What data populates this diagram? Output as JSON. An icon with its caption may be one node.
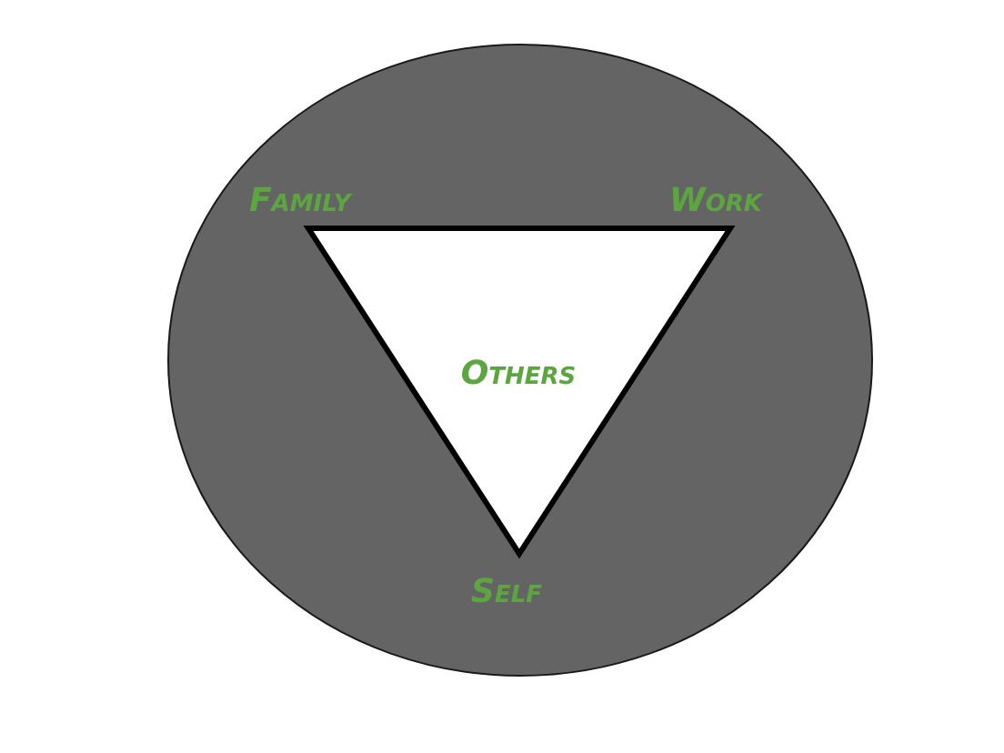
{
  "diagram": {
    "nodes": [
      {
        "text": [
          "Family",
          "Work",
          "Self"
        ]
      },
      {
        "text": [
          "Others"
        ],
        "in": 0
      }
    ]
  }
}
